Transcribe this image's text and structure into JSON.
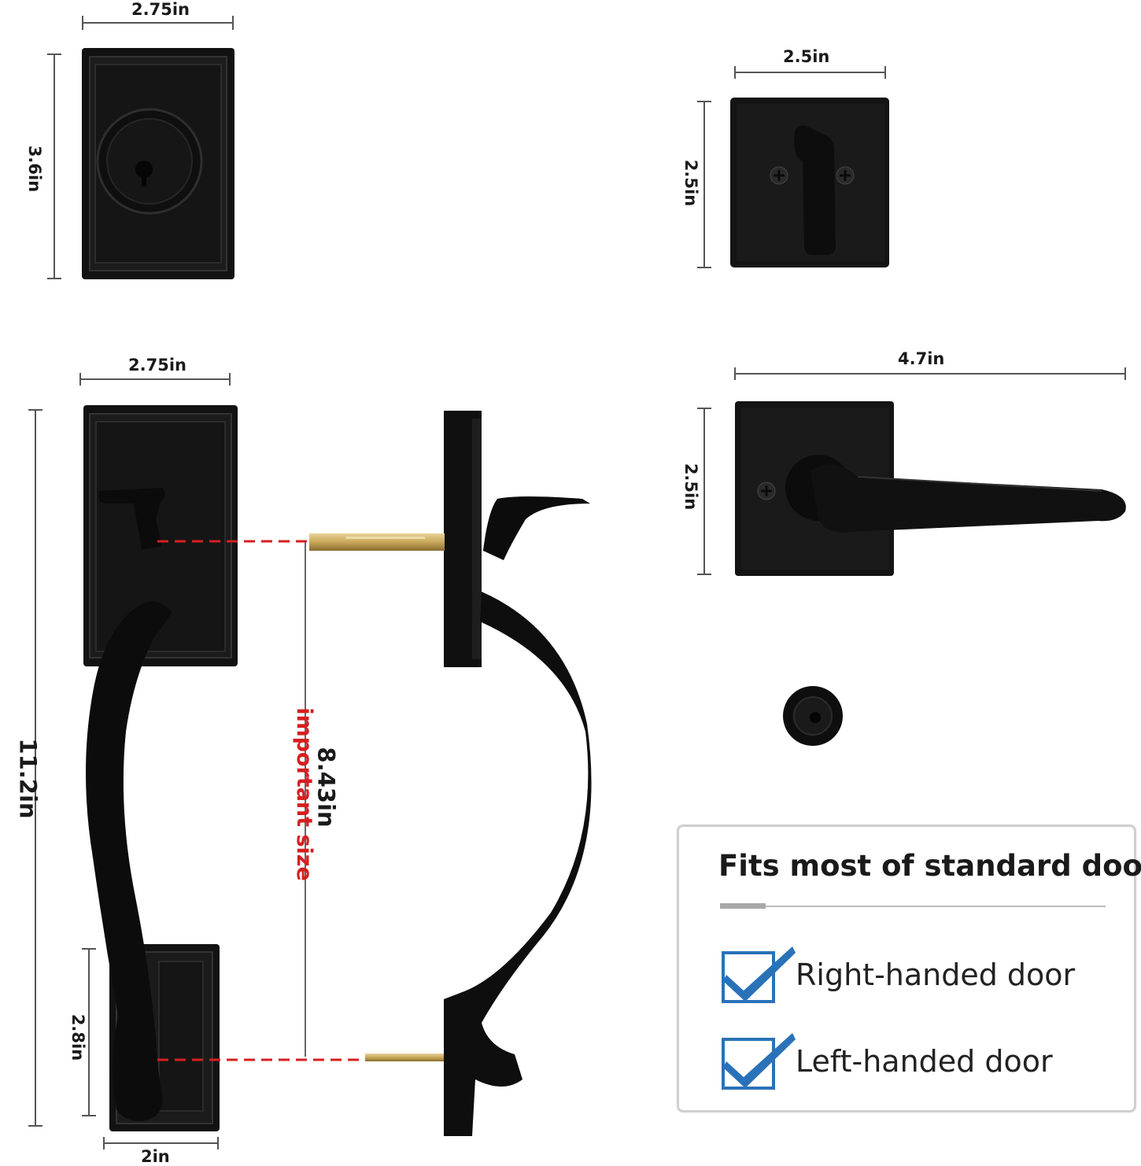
{
  "dimensions": {
    "deadbolt_width": "2.75in",
    "deadbolt_height": "3.6in",
    "thumbturn_width": "2.5in",
    "thumbturn_height": "2.5in",
    "handle_plate_width": "2.75in",
    "handle_total_height": "11.2in",
    "bottom_plate_height": "2.8in",
    "bottom_plate_width": "2in",
    "hole_spacing": "8.43in",
    "lever_length": "4.7in",
    "lever_plate_height": "2.5in"
  },
  "important_label": "important size",
  "fits_box": {
    "title": "Fits most of standard doors",
    "options": [
      {
        "label": "Right-handed door",
        "icon": "checkmark-icon",
        "checked": true
      },
      {
        "label": "Left-handed door",
        "icon": "checkmark-icon",
        "checked": true
      }
    ]
  },
  "colors": {
    "hardware": "#141414",
    "guide_red": "#d61f1f",
    "check_blue": "#2a72b8",
    "brass": "#c9a85a"
  }
}
